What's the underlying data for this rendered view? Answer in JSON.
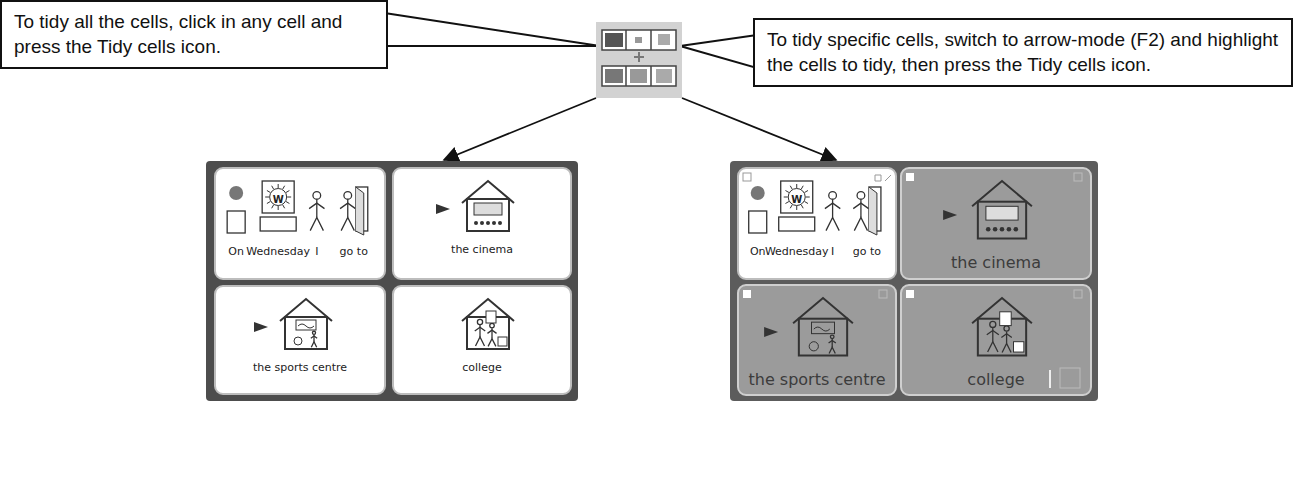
{
  "diagram": {
    "nodes": [
      {
        "text": [
          "To tidy all the cells, click in any cell and press the Tidy cells icon."
        ]
      },
      {
        "text": [
          "To tidy specific cells, switch to arrow-mode (F2) and highlight the cells to tidy, then press the Tidy cells icon."
        ]
      },
      {
        "text": [
          "On",
          "Wednesday",
          "I",
          "go to"
        ]
      },
      {
        "text": [
          "the cinema"
        ]
      },
      {
        "text": [
          "the sports centre"
        ]
      },
      {
        "text": [
          "college"
        ]
      },
      {
        "text": [
          "On",
          "Wednesday",
          "I",
          "go to"
        ]
      },
      {
        "text": [
          "the cinema"
        ]
      },
      {
        "text": [
          "the sports centre"
        ]
      },
      {
        "text": [
          "college"
        ]
      }
    ],
    "labels": [
      "W",
      "W"
    ]
  }
}
